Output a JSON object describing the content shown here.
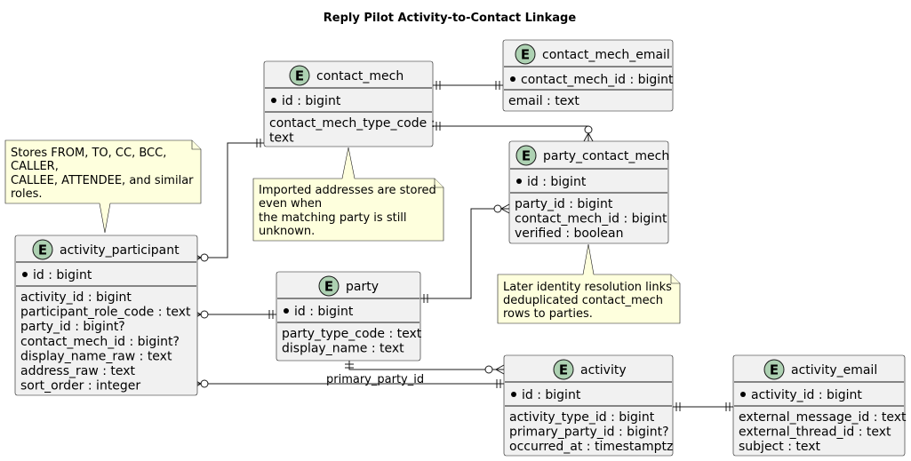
{
  "title": "Reply Pilot Activity-to-Contact Linkage",
  "entity_badge_letter": "E",
  "colors": {
    "entity_fill": "#F1F1F1",
    "badge_fill": "#ADD1B2",
    "note_fill": "#FEFFDD",
    "line": "#181818"
  },
  "entities": {
    "contact_mech": {
      "name": "contact_mech",
      "keys": [
        "id : bigint"
      ],
      "fields": [
        "contact_mech_type_code :",
        "text"
      ]
    },
    "contact_mech_email": {
      "name": "contact_mech_email",
      "keys": [
        "contact_mech_id : bigint"
      ],
      "fields": [
        "email : text"
      ]
    },
    "party_contact_mech": {
      "name": "party_contact_mech",
      "keys": [
        "id : bigint"
      ],
      "fields": [
        "party_id : bigint",
        "contact_mech_id : bigint",
        "verified : boolean"
      ]
    },
    "activity_participant": {
      "name": "activity_participant",
      "keys": [
        "id : bigint"
      ],
      "fields": [
        "activity_id : bigint",
        "participant_role_code : text",
        "party_id : bigint?",
        "contact_mech_id : bigint?",
        "display_name_raw : text",
        "address_raw : text",
        "sort_order : integer"
      ]
    },
    "party": {
      "name": "party",
      "keys": [
        "id : bigint"
      ],
      "fields": [
        "party_type_code : text",
        "display_name : text"
      ]
    },
    "activity": {
      "name": "activity",
      "keys": [
        "id : bigint"
      ],
      "fields": [
        "activity_type_id : bigint",
        "primary_party_id : bigint?",
        "occurred_at : timestamptz"
      ]
    },
    "activity_email": {
      "name": "activity_email",
      "keys": [
        "activity_id : bigint"
      ],
      "fields": [
        "external_message_id : text",
        "external_thread_id : text",
        "subject : text"
      ]
    }
  },
  "notes": {
    "roles": [
      "Stores FROM, TO, CC, BCC,",
      "CALLER,",
      "CALLEE, ATTENDEE, and similar",
      "roles."
    ],
    "imported": [
      "Imported addresses are stored",
      "even when",
      "the matching party is still",
      "unknown."
    ],
    "identity": [
      "Later identity resolution links",
      "deduplicated contact_mech",
      "rows to parties."
    ]
  },
  "relationship_labels": {
    "primary_party": "primary_party_id"
  }
}
